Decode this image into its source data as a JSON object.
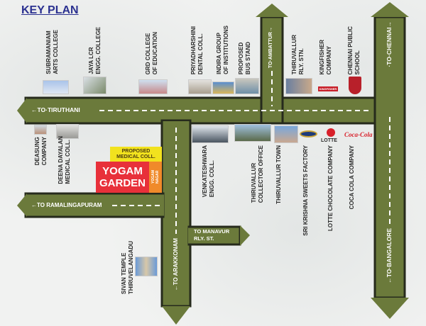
{
  "title": "KEY PLAN",
  "colors": {
    "road": "#6b7a3b",
    "road_border": "#262a1c",
    "title": "#2b3190",
    "highlight": "#e8303a",
    "proposed": "#f2e21e",
    "nagar": "#f08a2a"
  },
  "roads": {
    "tiruthani": "←TO·TIRUTHANI",
    "ambattur": "TO·AMBATTUR→",
    "chennai": "·TO·CHENNAI→",
    "ramalingapuram": "←TO RAMALINGAPURAM",
    "manavur": "TO MANAVUR\nRLY. ST.",
    "arakkonam": "←TO ARAKKONAM",
    "bangalore": "←TO·BANGALORE"
  },
  "landmarks": {
    "subramaniam": "SUBRAMANIAM\nARTS COLLEGE",
    "jaya": "JAYA LCR\nENGG. COLLEGE",
    "grd": "GRD COLLEGE\nOF EDUCATION",
    "priya": "PRIYADHARSHINI\nDENTAL COLL.",
    "indira": "INDIRA GROUP\nOF INSTITUTIONS",
    "busstand": "PROPOSED\nBUS STAND",
    "rlystn": "THIRUVALLUR\nRLY. STN.",
    "kingfisher": "KINGFISHER\nCOMPANY",
    "cps": "CHENNAI PUBLIC\nSCHOOL",
    "deasung": "DEASUNG\nCOMPANY",
    "deena": "DEENA DAYALAN\nMEDICAL COLL.",
    "venkat": "VENKATESHWARA\nENGG. COLL.",
    "collector": "THIRUVALLUR\nCOLLECTOR OFFICE",
    "town": "THIRUVALLUR TOWN",
    "krishna": "SRI KRISHNA SWEETS FACTORY",
    "lotte": "LOTTE CHOCOLATE COMPANY",
    "coke": "COCA COLA COMPANY",
    "sivan": "SIVAN TEMPLE\nTHIRUVELANGADU"
  },
  "logos": {
    "kingfisher": "KINGFISHER",
    "lotte": "LOTTE",
    "coke": "Coca-Cola"
  },
  "site": {
    "proposed": "PROPOSED\nMEDICAL COLL.",
    "name": "YOGAM\nGARDEN",
    "nagar": "YOGAM\nNAGAR"
  }
}
